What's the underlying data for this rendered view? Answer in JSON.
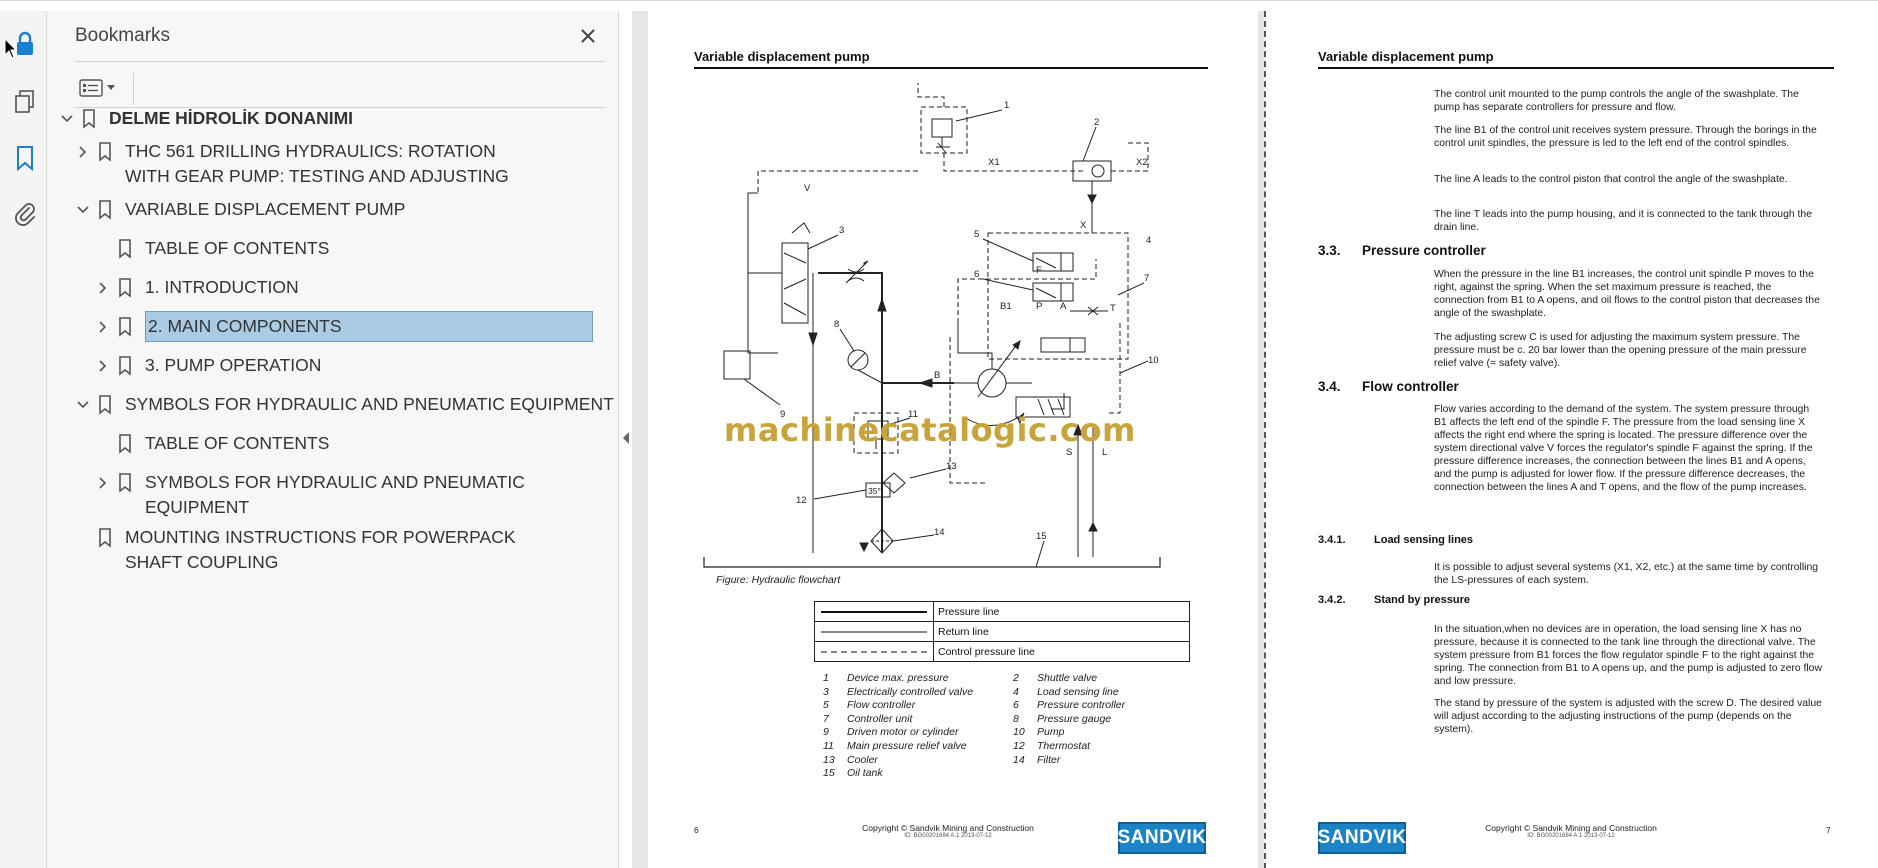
{
  "bookmarks_panel": {
    "title": "Bookmarks",
    "items": [
      {
        "label": "DELME HİDROLİK DONANIMI"
      },
      {
        "label": "THC 561 DRILLING HYDRAULICS: ROTATION WITH GEAR PUMP: TESTING AND ADJUSTING"
      },
      {
        "label": "VARIABLE DISPLACEMENT PUMP"
      },
      {
        "label": "TABLE OF CONTENTS"
      },
      {
        "label": "1. INTRODUCTION"
      },
      {
        "label": "2. MAIN COMPONENTS"
      },
      {
        "label": "3. PUMP OPERATION"
      },
      {
        "label": "SYMBOLS FOR HYDRAULIC AND PNEUMATIC EQUIPMENT"
      },
      {
        "label": "TABLE OF CONTENTS"
      },
      {
        "label": "SYMBOLS FOR HYDRAULIC AND PNEUMATIC EQUIPMENT"
      },
      {
        "label": "MOUNTING INSTRUCTIONS FOR POWERPACK SHAFT COUPLING"
      }
    ]
  },
  "page_left": {
    "header": "Variable displacement pump",
    "figure_caption": "Figure: Hydraulic flowchart",
    "diagram_labels": [
      "1",
      "2",
      "3",
      "4",
      "5",
      "6",
      "7",
      "8",
      "9",
      "10",
      "11",
      "12",
      "13",
      "14",
      "15",
      "V",
      "X1",
      "X2",
      "X",
      "B1",
      "P",
      "A",
      "T",
      "F",
      "B",
      "S",
      "L",
      "35°"
    ],
    "line_legend": [
      "Pressure line",
      "Return line",
      "Control pressure line"
    ],
    "components": [
      {
        "num": "1",
        "name": "Device max. pressure"
      },
      {
        "num": "2",
        "name": "Shuttle valve"
      },
      {
        "num": "3",
        "name": "Electrically controlled valve"
      },
      {
        "num": "4",
        "name": "Load sensing line"
      },
      {
        "num": "5",
        "name": "Flow controller"
      },
      {
        "num": "6",
        "name": "Pressure controller"
      },
      {
        "num": "7",
        "name": "Controller unit"
      },
      {
        "num": "8",
        "name": "Pressure gauge"
      },
      {
        "num": "9",
        "name": "Driven motor or cylinder"
      },
      {
        "num": "10",
        "name": "Pump"
      },
      {
        "num": "11",
        "name": "Main pressure relief valve"
      },
      {
        "num": "12",
        "name": "Thermostat"
      },
      {
        "num": "13",
        "name": "Cooler"
      },
      {
        "num": "14",
        "name": "Filter"
      },
      {
        "num": "15",
        "name": "Oil tank"
      }
    ],
    "watermark": "machinecatalogic.com",
    "page_number": "6",
    "copyright": "Copyright © Sandvik Mining and Construction",
    "doc_id": "ID: BG00201684 A.1 2013-07-12",
    "logo_text": "SANDVIK"
  },
  "page_right": {
    "header": "Variable displacement pump",
    "para1": "The control unit mounted to the pump controls the angle of the swashplate. The pump has separate controllers for pressure and flow.",
    "para2": "The line B1 of the control unit receives system pressure. Through the borings in the control unit spindles, the pressure is led to the left end of the control spindles.",
    "para3": "The line A leads to the control piston that control the angle of the swashplate.",
    "para4": "The line T leads into the pump housing, and it is connected to the tank through the drain line.",
    "sec33_num": "3.3.",
    "sec33_title": "Pressure controller",
    "sec33_p1": "When the pressure in the line B1 increases, the control unit spindle P moves to the right, against the spring. When the set maximum pressure is reached, the connection from B1 to A opens, and oil flows to the control piston that decreases the angle of the swashplate.",
    "sec33_p2": "The adjusting screw C is used for adjusting the maximum system pressure. The pressure must be c. 20 bar lower than the opening pressure of the main pressure relief valve (= safety valve).",
    "sec34_num": "3.4.",
    "sec34_title": "Flow controller",
    "sec34_p1": "Flow varies according to the demand of the system. The system pressure through B1 affects the left end of the spindle F. The pressure from the load sensing line X affects the right end where the spring is located. The pressure difference over the system directional valve V forces the regulator's spindle F against the spring. If the pressure difference increases, the connection between the lines B1 and A opens, and the pump is adjusted for lower flow. If the pressure difference decreases, the connection between the lines A and T opens, and the flow of the pump increases.",
    "sec341_num": "3.4.1.",
    "sec341_title": "Load sensing lines",
    "sec341_p1": "It is possible to adjust several systems (X1, X2, etc.) at the same time by controlling the LS-pressures of each system.",
    "sec342_num": "3.4.2.",
    "sec342_title": "Stand by pressure",
    "sec342_p1": "In the situation,when no devices are in operation, the load sensing line X has no pressure, because it is connected to the tank line through the directional valve. The system pressure from B1 forces the flow regulator spindle F to the right against the spring. The connection from B1 to A opens up, and the pump is adjusted to zero flow and low pressure.",
    "sec342_p2": "The stand by pressure of the system is adjusted with the screw D. The desired value will adjust according to the adjusting instructions of the pump (depends on the system).",
    "page_number": "7",
    "copyright": "Copyright © Sandvik Mining and Construction",
    "doc_id": "ID: BG00201684 A.1 2013-07-12",
    "logo_text": "SANDVIK"
  },
  "colors": {
    "selection": "#a9cbe4",
    "accent": "#1c84c6",
    "watermark": "#c9a43a"
  }
}
